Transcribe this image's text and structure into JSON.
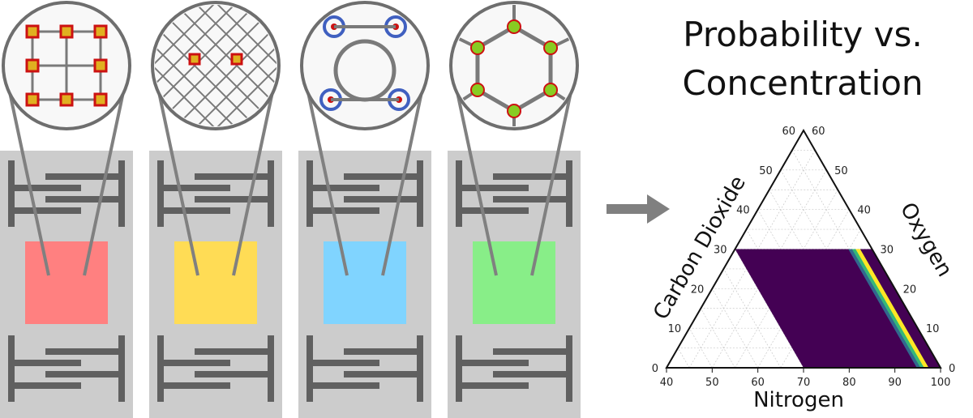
{
  "title": {
    "line1": "Probability vs.",
    "line2": "Concentration"
  },
  "panels": [
    {
      "id": "mof-1",
      "color": "#ff8080"
    },
    {
      "id": "mof-2",
      "color": "#ffdc55"
    },
    {
      "id": "mof-3",
      "color": "#80d4ff"
    },
    {
      "id": "mof-4",
      "color": "#88ee88"
    }
  ],
  "arrow_color": "#808080",
  "ternary": {
    "axes": {
      "bottom_label": "Nitrogen",
      "left_label": "Carbon Dioxide",
      "right_label": "Oxygen"
    },
    "bottom_ticks": [
      "40",
      "50",
      "60",
      "70",
      "80",
      "90",
      "100"
    ],
    "left_ticks": [
      "0",
      "10",
      "20",
      "30",
      "40",
      "50",
      "60"
    ],
    "right_ticks": [
      "0",
      "10",
      "20",
      "30",
      "40",
      "50",
      "60"
    ],
    "colormap": [
      "#440154",
      "#31688e",
      "#35b779",
      "#fde725"
    ]
  }
}
